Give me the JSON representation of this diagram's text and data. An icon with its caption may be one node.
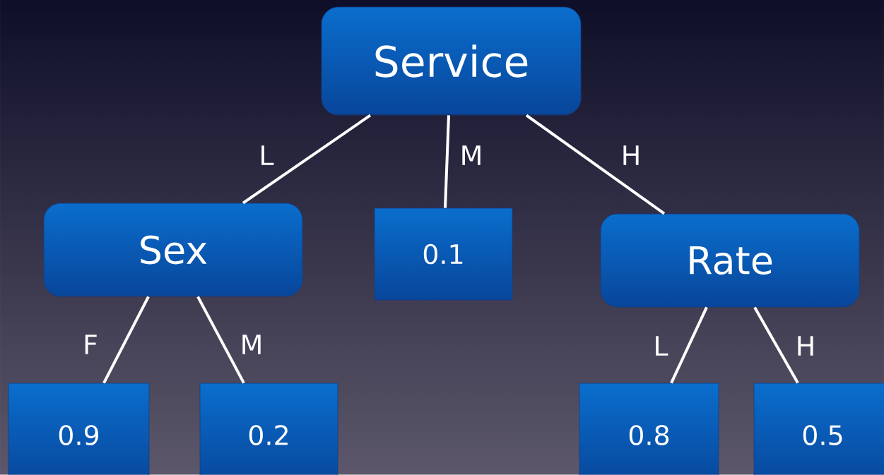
{
  "diagram": {
    "nodes": [
      {
        "text": [
          "Service"
        ]
      },
      {
        "text": [
          "Sex"
        ]
      },
      {
        "text": [
          "0.1"
        ]
      },
      {
        "text": [
          "Rate"
        ]
      },
      {
        "text": [
          "0.9"
        ]
      },
      {
        "text": [
          "0.2"
        ]
      },
      {
        "text": [
          "0.8"
        ]
      },
      {
        "text": [
          "0.5"
        ]
      }
    ],
    "edges": [
      {
        "from": 0,
        "to": 1,
        "arrow": "none",
        "label": "L"
      },
      {
        "from": 0,
        "to": 2,
        "arrow": "none",
        "label": "M"
      },
      {
        "from": 0,
        "to": 3,
        "arrow": "none",
        "label": "H"
      },
      {
        "from": 1,
        "to": 4,
        "arrow": "none",
        "label": "F"
      },
      {
        "from": 1,
        "to": 5,
        "arrow": "none",
        "label": "M"
      },
      {
        "from": 3,
        "to": 6,
        "arrow": "none",
        "label": "L"
      },
      {
        "from": 3,
        "to": 7,
        "arrow": "none",
        "label": "H"
      }
    ]
  }
}
